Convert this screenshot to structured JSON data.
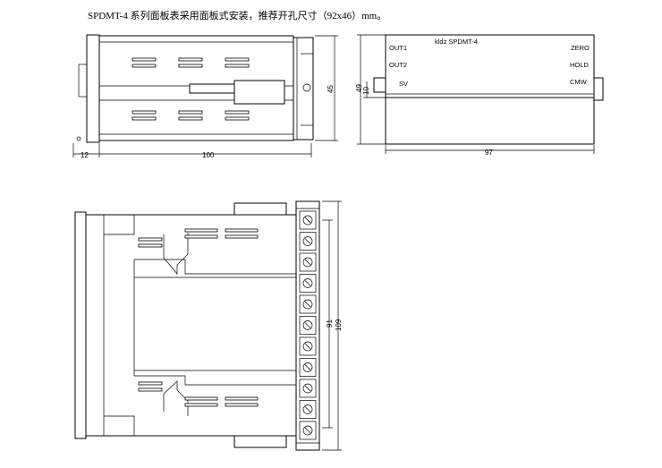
{
  "header": {
    "title": "SPDMT-4 系列面板表采用面板式安装，推荐开孔尺寸（92x46）mm。"
  },
  "side_view": {
    "dim_depth": "100",
    "dim_panel": "12",
    "dim_height": "45"
  },
  "front_view": {
    "brand": "kldz SPDMT-4",
    "labels_left": [
      "OUT1",
      "OUT2",
      "SV"
    ],
    "labels_right": [
      "ZERO",
      "HOLD",
      "CMW"
    ],
    "dim_width": "97",
    "dim_height_a": "49",
    "dim_height_b": "10"
  },
  "top_view": {
    "dim_inner": "91",
    "dim_outer": "109"
  }
}
